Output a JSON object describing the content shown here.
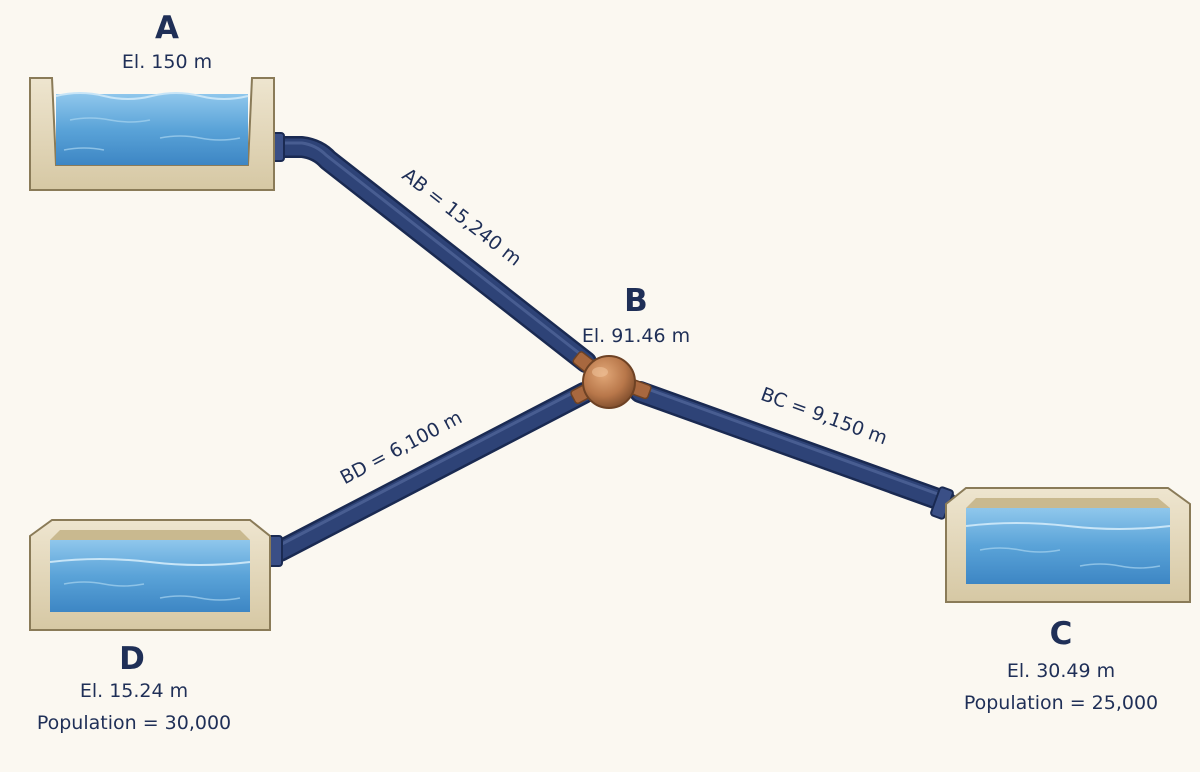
{
  "colors": {
    "background": "#fbf8f1",
    "text": "#1f2f57",
    "pipe": "#2e4377",
    "pipe_edge": "#1a2a52",
    "water": "#5aa3d8",
    "concrete": "#e3d7b9",
    "junction": "#b8774a"
  },
  "nodes": {
    "A": {
      "letter": "A",
      "elevation": "El. 150 m"
    },
    "B": {
      "letter": "B",
      "elevation": "El. 91.46 m"
    },
    "C": {
      "letter": "C",
      "elevation": "El. 30.49 m",
      "population": "Population = 25,000"
    },
    "D": {
      "letter": "D",
      "elevation": "El. 15.24 m",
      "population": "Population = 30,000"
    }
  },
  "pipes": {
    "AB": {
      "label": "AB = 15,240 m"
    },
    "BC": {
      "label": "BC = 9,150 m"
    },
    "BD": {
      "label": "BD = 6,100 m"
    }
  }
}
